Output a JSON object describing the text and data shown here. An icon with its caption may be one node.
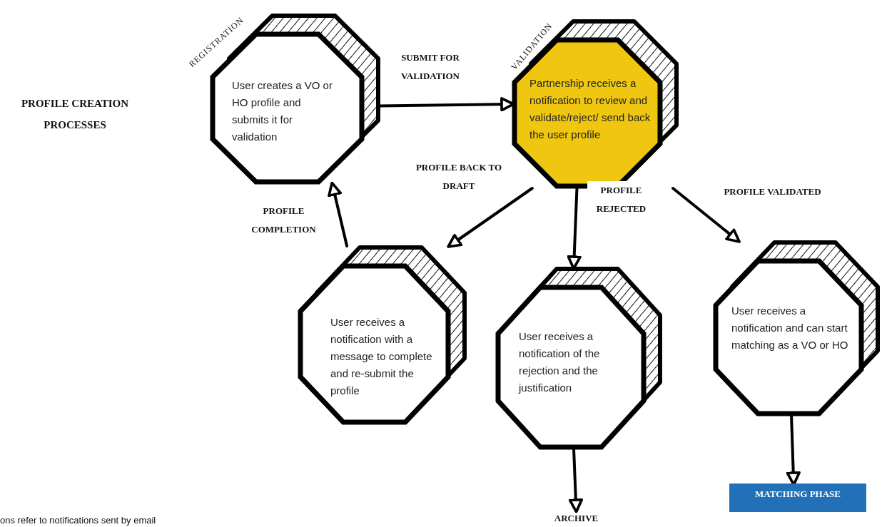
{
  "diagram": {
    "title": "PROFILE CREATION PROCESSES",
    "nodes": [
      {
        "text": [
          "User creates a VO or HO profile and submits it for validation"
        ],
        "beside": [
          "REGISTRATION"
        ]
      },
      {
        "text": [
          "Partnership  receives a notification  to review and validate/reject/ send back the user profile"
        ],
        "beside": [
          "VALIDATION"
        ]
      },
      {
        "text": [
          "User receives a notification with a message to complete and re-submit the profile"
        ]
      },
      {
        "text": [
          "User receives a notification of the rejection and the justification"
        ]
      },
      {
        "text": [
          "User receives a notification and can start matching as  a VO or HO"
        ]
      },
      {
        "text": [
          "ARCHIVE"
        ]
      },
      {
        "text": [
          "MATCHING PHASE"
        ]
      }
    ],
    "edges": [
      {
        "from": 0,
        "to": 1,
        "arrow": "to",
        "label": "SUBMIT FOR VALIDATION"
      },
      {
        "from": 1,
        "to": 2,
        "arrow": "to",
        "label": "PROFILE BACK TO DRAFT"
      },
      {
        "from": 1,
        "to": 3,
        "arrow": "to",
        "label": "PROFILE REJECTED"
      },
      {
        "from": 1,
        "to": 4,
        "arrow": "to",
        "label": "PROFILE VALIDATED"
      },
      {
        "from": 2,
        "to": 0,
        "arrow": "to",
        "label": "PROFILE COMPLETION"
      },
      {
        "from": 3,
        "to": 5,
        "arrow": "to"
      },
      {
        "from": 4,
        "to": 6,
        "arrow": "to"
      }
    ],
    "labels": [
      "ons refer to notifications sent by email"
    ]
  }
}
